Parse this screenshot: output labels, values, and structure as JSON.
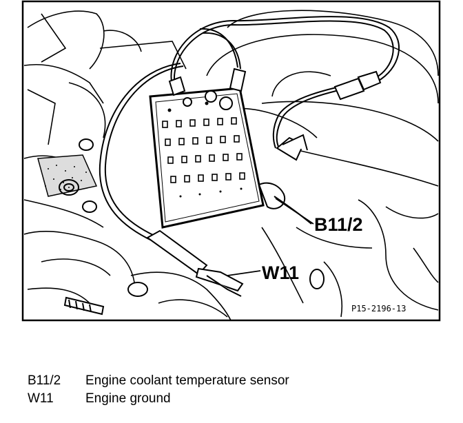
{
  "figure": {
    "callouts": {
      "sensor": "B11/2",
      "ground": "W11"
    },
    "figure_id": "P15-2196-13"
  },
  "legend": [
    {
      "code": "B11/2",
      "description": "Engine coolant temperature sensor"
    },
    {
      "code": "W11",
      "description": "Engine ground"
    }
  ]
}
